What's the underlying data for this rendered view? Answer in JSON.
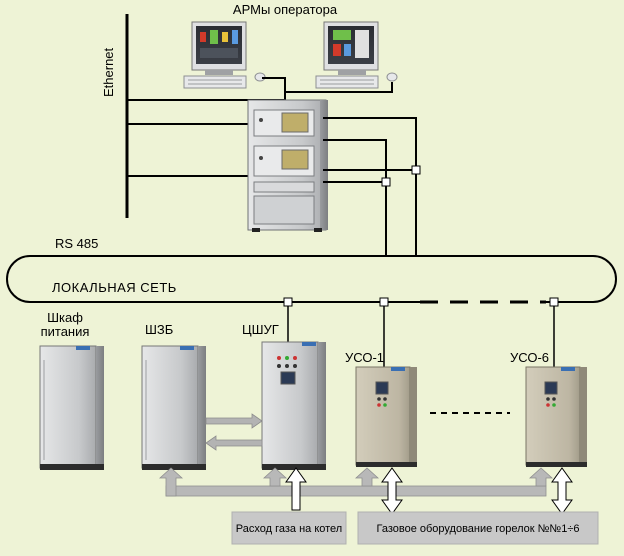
{
  "labels": {
    "operators": "АРМы оператора",
    "ethernet": "Ethernet",
    "rs485": "RS 485",
    "local_network": "ЛОКАЛЬНАЯ СЕТЬ",
    "power_cabinet_line1": "Шкаф",
    "power_cabinet_line2": "питания",
    "shzb": "ШЗБ",
    "tsshug": "ЦШУГ",
    "uso1": "УСО-1",
    "uso6": "УСО-6"
  },
  "boxes": {
    "gas_flow": "Расход газа на котел",
    "burner_equipment": "Газовое оборудование горелок №№1÷6"
  },
  "colors": {
    "background": "#eef3d6",
    "cabinet_gray": "#c9cbcc",
    "cabinet_beige": "#bdb6a3",
    "label_box": "#c8c8c8",
    "line": "#000000"
  }
}
